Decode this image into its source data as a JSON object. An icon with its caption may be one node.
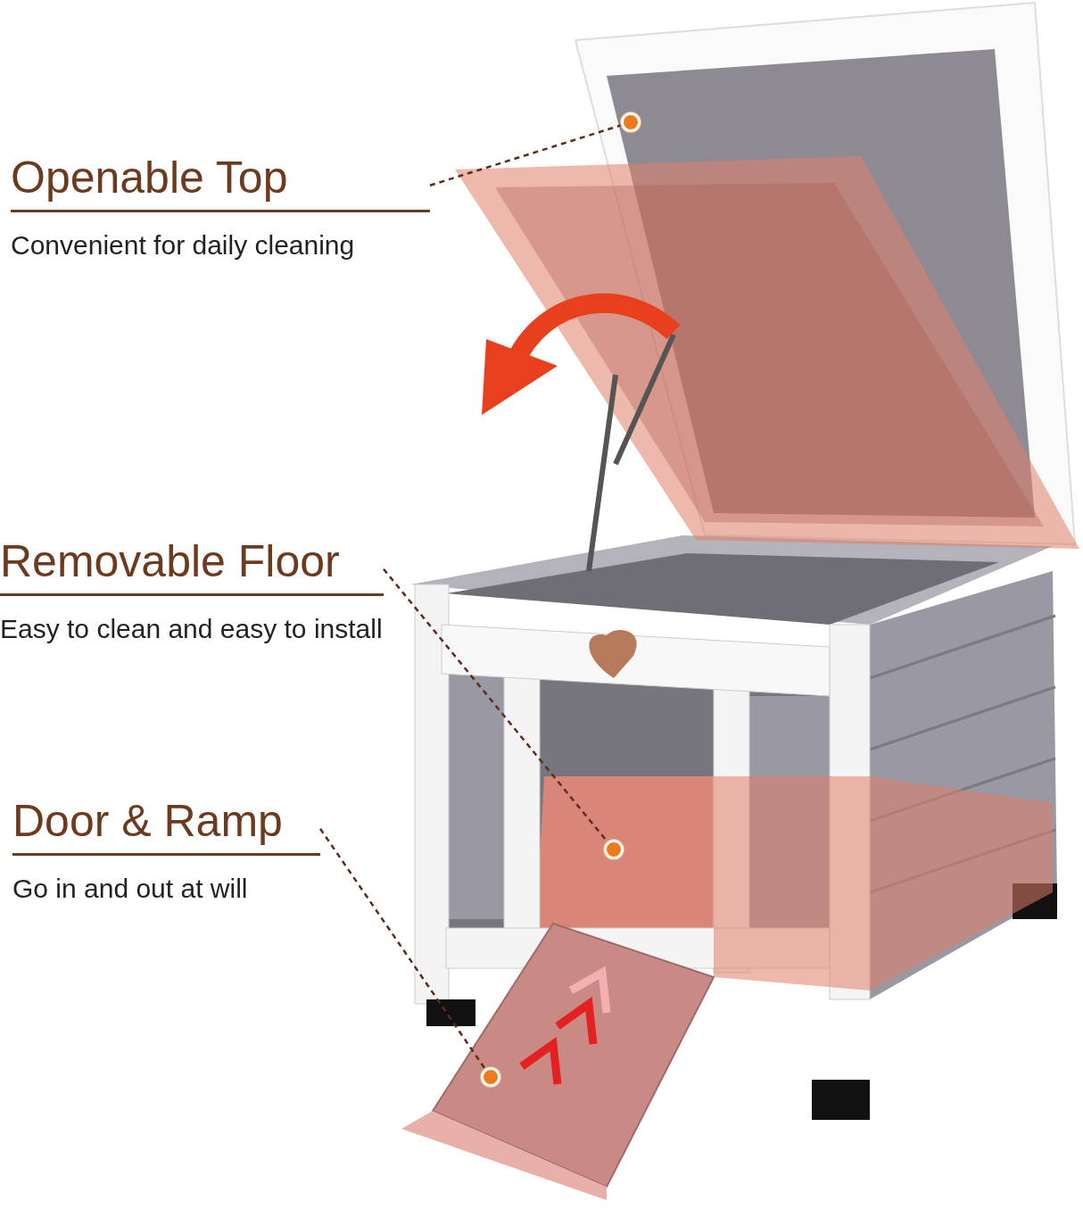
{
  "diagram": {
    "nodes": [
      {
        "text": [
          "Openable Top",
          "Convenient for daily cleaning"
        ]
      },
      {
        "text": [
          "Removable Floor",
          "Easy to clean and easy to install"
        ]
      },
      {
        "text": [
          "Door & Ramp",
          "Go in and out at will"
        ]
      },
      {
        "text": [],
        "shape": "circle"
      },
      {
        "text": [],
        "shape": "circle"
      },
      {
        "text": [],
        "shape": "circle"
      }
    ],
    "edges": [
      {
        "from": 0,
        "to": 3,
        "arrow": "none",
        "style": "dashed"
      },
      {
        "from": 1,
        "to": 4,
        "arrow": "none",
        "style": "dashed"
      },
      {
        "from": 2,
        "to": 5,
        "arrow": "none",
        "style": "dashed"
      }
    ]
  }
}
